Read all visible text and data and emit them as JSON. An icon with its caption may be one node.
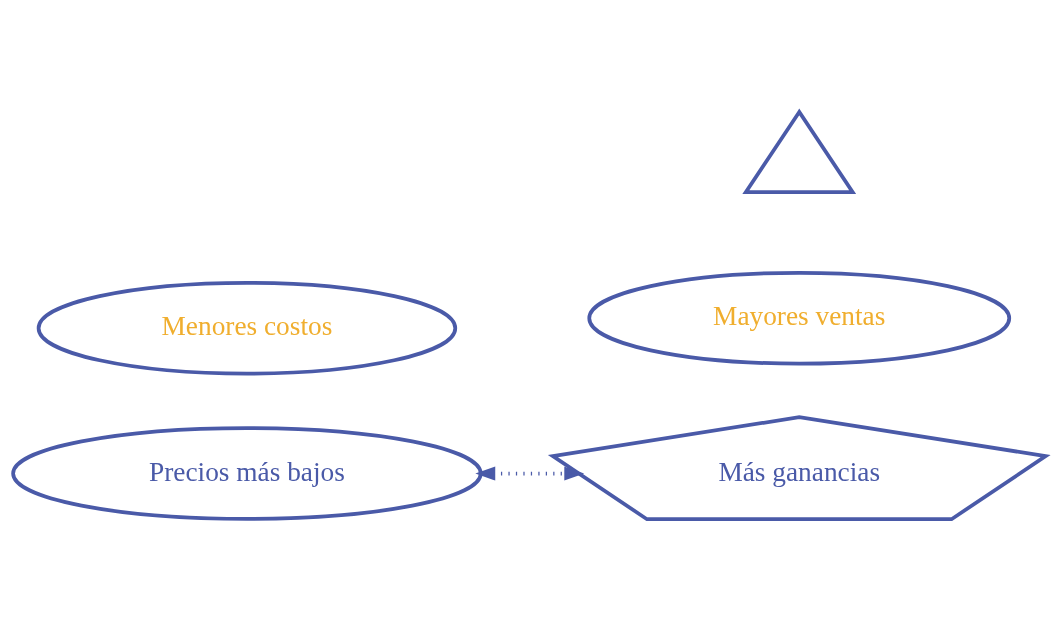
{
  "diagram": {
    "nodes": [
      {
        "text": [
          "Menores costos"
        ]
      },
      {
        "text": [
          "Precios más bajos"
        ]
      },
      {
        "text": [],
        "shape": "triangle"
      },
      {
        "text": [
          "Mayores ventas"
        ]
      },
      {
        "text": [
          "Más ganancias"
        ]
      }
    ],
    "edges": [
      {
        "from": 1,
        "to": 4,
        "arrow": "both",
        "style": "dashed"
      }
    ]
  }
}
